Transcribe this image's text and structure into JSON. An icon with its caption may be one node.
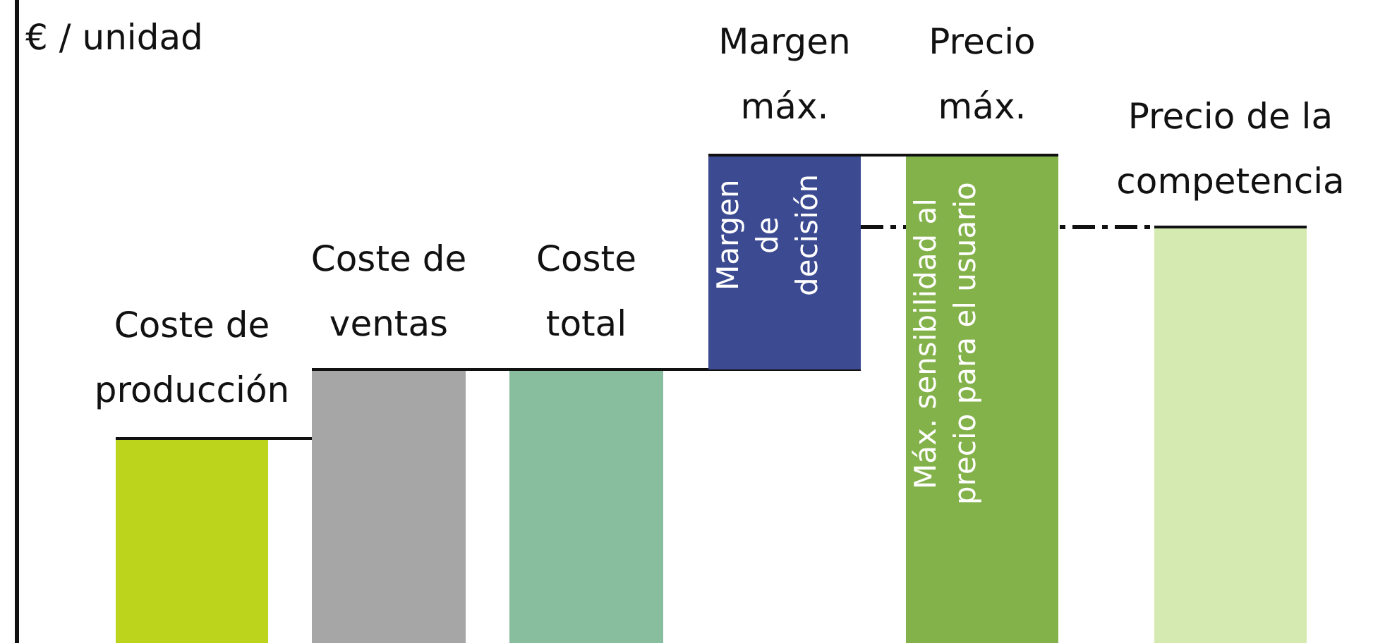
{
  "diagram": {
    "nodes": [
      {
        "text": [
          "Coste de producción"
        ]
      },
      {
        "text": [
          "Coste de ventas"
        ]
      },
      {
        "text": [
          "Coste total"
        ]
      },
      {
        "text": [
          "Margen máx.",
          "Margen de decisión"
        ]
      },
      {
        "text": [
          "Precio máx.",
          "Máx. sensibilidad al precio para el usuario"
        ]
      },
      {
        "text": [
          "Precio de la competencia"
        ]
      }
    ],
    "labels": [
      "€ / unidad"
    ]
  }
}
